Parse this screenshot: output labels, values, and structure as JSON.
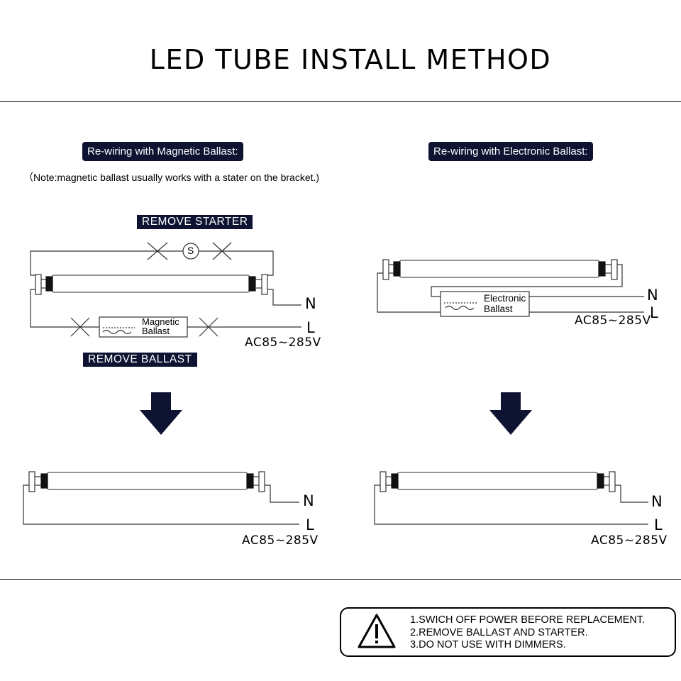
{
  "header": {
    "title": "LED TUBE INSTALL METHOD"
  },
  "left_panel": {
    "heading": "Re-wiring with Magnetic Ballast:",
    "note": "（Note:magnetic ballast usually works with a stater on the bracket.)",
    "remove_starter_label": "REMOVE STARTER",
    "remove_ballast_label": "REMOVE BALLAST",
    "starter_symbol": "S",
    "ballast_line1": "Magnetic",
    "ballast_line2": "Ballast",
    "neutral_label": "N",
    "live_label": "L",
    "voltage_label": "AC85~285V",
    "after_neutral_label": "N",
    "after_live_label": "L",
    "after_voltage_label": "AC85~285V"
  },
  "right_panel": {
    "heading": "Re-wiring with Electronic Ballast:",
    "ballast_line1": "Electronic",
    "ballast_line2": "Ballast",
    "neutral_label": "N",
    "live_label": "L",
    "voltage_label": "AC85~285V",
    "after_neutral_label": "N",
    "after_live_label": "L",
    "after_voltage_label": "AC85~285V"
  },
  "warning": {
    "icon": "warning-triangle-icon",
    "lines": [
      "1.SWICH OFF POWER BEFORE REPLACEMENT.",
      "2.REMOVE BALLAST AND STARTER.",
      "3.DO NOT USE WITH DIMMERS."
    ]
  },
  "colors": {
    "accent": "#0d1330",
    "line": "#222222"
  }
}
